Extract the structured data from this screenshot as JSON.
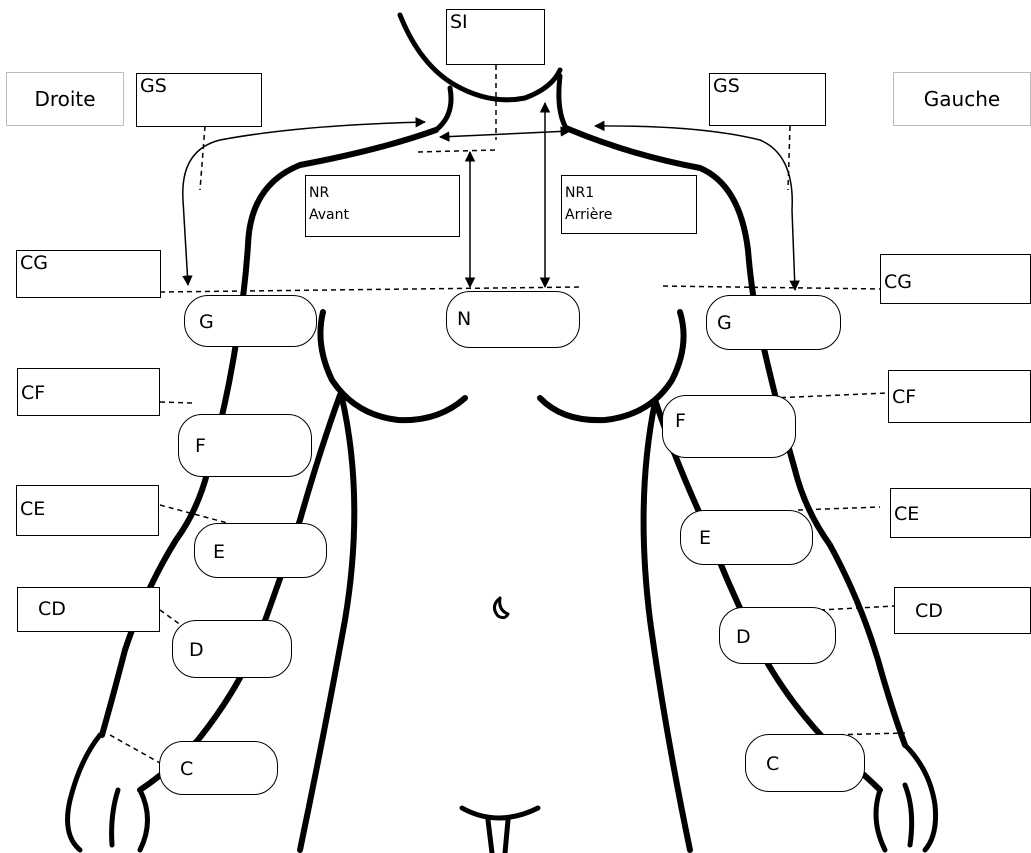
{
  "labels": {
    "droite": "Droite",
    "gauche": "Gauche",
    "si": "SI",
    "gs_right": "GS",
    "gs_left": "GS",
    "nr_line1": "NR",
    "nr_line2": "Avant",
    "nr1_line1": "NR1",
    "nr1_line2": "Arrière",
    "cg_right": "CG",
    "cg_left": "CG",
    "cf_right": "CF",
    "cf_left": "CF",
    "ce_right": "CE",
    "ce_left": "CE",
    "cd_right": "CD",
    "cd_left": "CD",
    "g_right": "G",
    "g_left": "G",
    "n_center": "N",
    "f_right": "F",
    "f_left": "F",
    "e_right": "E",
    "e_left": "E",
    "d_right": "D",
    "d_left": "D",
    "c_right": "C",
    "c_left": "C"
  }
}
